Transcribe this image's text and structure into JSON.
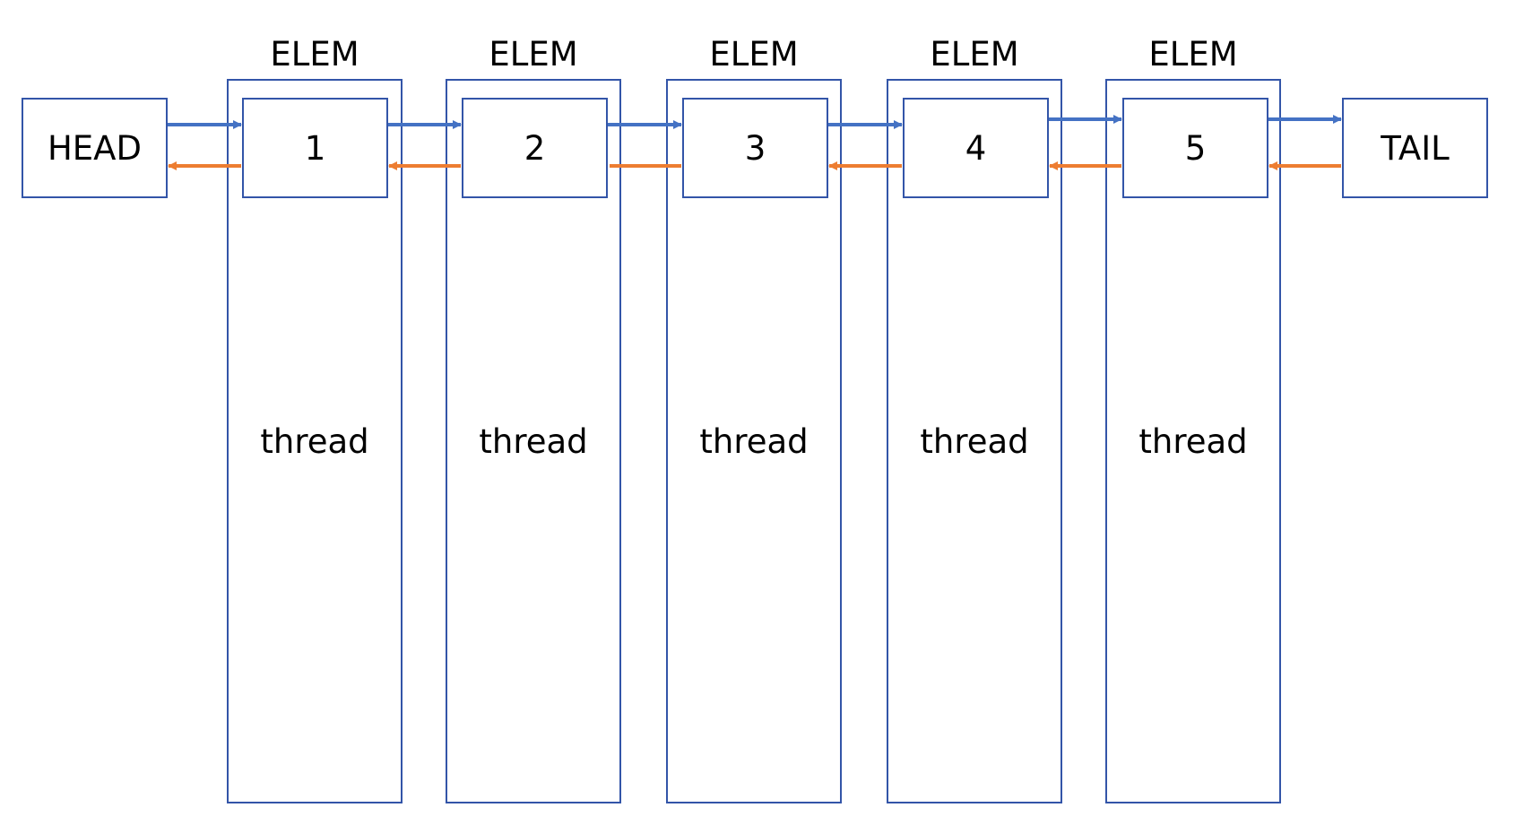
{
  "head": {
    "label": "HEAD"
  },
  "tail": {
    "label": "TAIL"
  },
  "elements": [
    {
      "elem_label": "ELEM",
      "value": "1",
      "content": "thread"
    },
    {
      "elem_label": "ELEM",
      "value": "2",
      "content": "thread"
    },
    {
      "elem_label": "ELEM",
      "value": "3",
      "content": "thread"
    },
    {
      "elem_label": "ELEM",
      "value": "4",
      "content": "thread"
    },
    {
      "elem_label": "ELEM",
      "value": "5",
      "content": "thread"
    }
  ],
  "colors": {
    "border": "#3355a8",
    "next_link": "#4472c4",
    "prev_link": "#ed7d31"
  }
}
